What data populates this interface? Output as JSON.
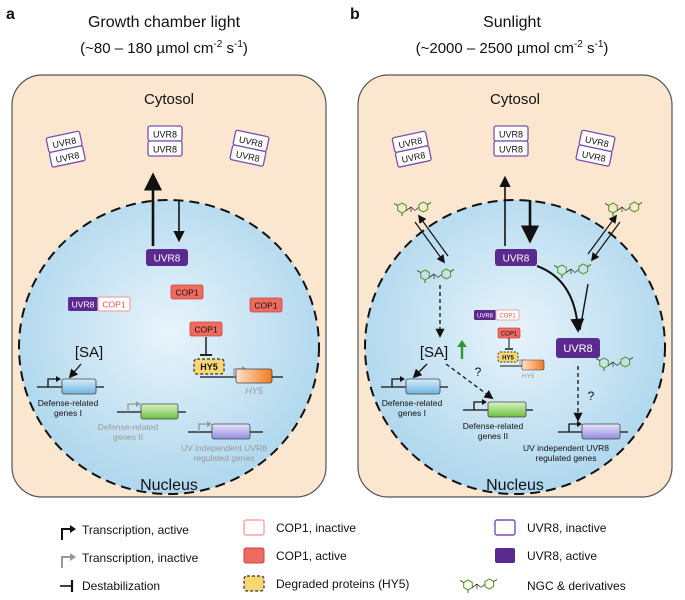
{
  "panels": {
    "a": {
      "letter": "a",
      "title_line1": "Growth chamber light",
      "title_line2_prefix": "(~80 – 180 µmol cm",
      "title_exp1": "-2",
      "title_mid": " s",
      "title_exp2": "-1",
      "title_end": ")",
      "cytosol": "Cytosol",
      "nucleus": "Nucleus",
      "uvr8": "UVR8",
      "cop1": "COP1",
      "hy5": "HY5",
      "hy5_gene": "HY5",
      "sa": "[SA]",
      "genes1": [
        "Defense-related",
        "genes I"
      ],
      "genes2": [
        "Defense-related",
        "genes II"
      ],
      "genes3": [
        "UV independent UVR8",
        "regulated genes"
      ]
    },
    "b": {
      "letter": "b",
      "title_line1": "Sunlight",
      "title_line2_prefix": "(~2000 – 2500 µmol cm",
      "title_exp1": "-2",
      "title_mid": " s",
      "title_exp2": "-1",
      "title_end": ")",
      "cytosol": "Cytosol",
      "nucleus": "Nucleus",
      "uvr8": "UVR8",
      "cop1": "COP1",
      "hy5": "HY5",
      "hy5_gene": "HY5",
      "sa": "[SA]",
      "question": "?",
      "genes1": [
        "Defense-related",
        "genes I"
      ],
      "genes2": [
        "Defense-related",
        "genes II"
      ],
      "genes3": [
        "UV independent UVR8",
        "regulated genes"
      ]
    }
  },
  "legend": {
    "transcription_active": "Transcription, active",
    "transcription_inactive": "Transcription, inactive",
    "destabilization": "Destabilization",
    "cop1_inactive": "COP1, inactive",
    "cop1_active": "COP1, active",
    "degraded": "Degraded proteins (HY5)",
    "uvr8_inactive": "UVR8, inactive",
    "uvr8_active": "UVR8, active",
    "ngc": "NGC & derivatives"
  },
  "colors": {
    "cell_fill": "#fbe6cf",
    "nucleus_fill": "#c6e3f2",
    "uvr8_inactive_stroke": "#7a4fae",
    "uvr8_active_fill": "#5b2a8f",
    "cop1_active_fill": "#ee6b5f",
    "cop1_inactive_stroke": "#f2a6a0",
    "hy5_fill": "#f7d774",
    "gene1_fill": "#9fd0ee",
    "gene2_fill": "#9fdb7a",
    "gene3_fill": "#b7b3ec",
    "hy5gene_fill": "#f5a15c",
    "ngc_green": "#5aa02c",
    "sa_arrow": "#2e9a2e"
  }
}
